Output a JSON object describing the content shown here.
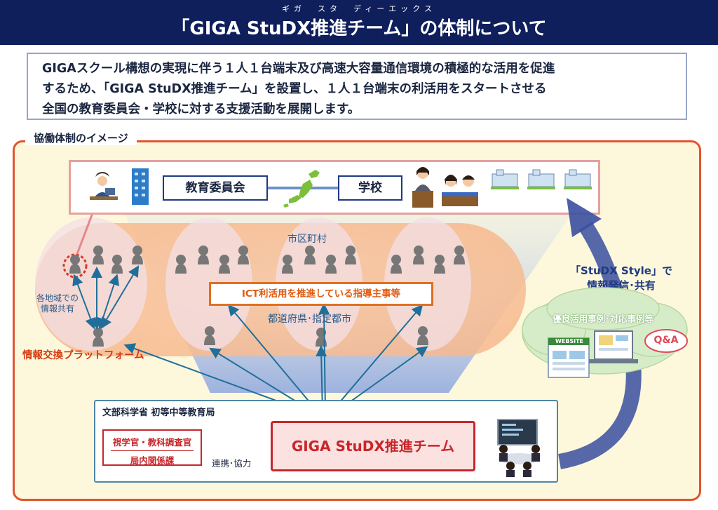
{
  "header": {
    "ruby": "ギガ　スタ　ディーエックス",
    "title": "「GIGA StuDX推進チーム」の体制について"
  },
  "intro": {
    "lines": [
      "GIGAスクール構想の実現に伴う１人１台端末及び高速大容量通信環境の積極的な活用を促進",
      "するため、「GIGA StuDX推進チーム」を設置し、１人１台端末の利活用をスタートさせる",
      "全国の教育委員会・学校に対する支援活動を展開します。"
    ]
  },
  "diagram": {
    "section_label": "協働体制のイメージ",
    "board_label": "教育委員会",
    "school_label": "学校",
    "municipality_label": "市区町村",
    "prefecture_label": "都道府県･指定都市",
    "ict_box_label": "ICT利活用を推進している指導主事等",
    "regional_sharing": [
      "各地域での",
      "情報共有"
    ],
    "platform_label": "情報交換プラットフォーム",
    "studx_style": [
      "「StuDX Style」で",
      "情報発信･共有"
    ],
    "good_practices_label": "優良活用事例･対応事例等",
    "website_label": "WEBSITE",
    "qa_label": "Q&A",
    "mext_label": "文部科学省 初等中等教育局",
    "inspector_label": [
      "視学官・教科調査官",
      "局内関係課"
    ],
    "cooperation_label": "連携･協力",
    "team_label": "GIGA StuDX推進チーム"
  },
  "colors": {
    "navy": "#0f1f5c",
    "accent_red": "#c8262b",
    "orange": "#e07020",
    "arrow_teal": "#1f6f9a",
    "arrow_blue": "#3a4fa0"
  }
}
